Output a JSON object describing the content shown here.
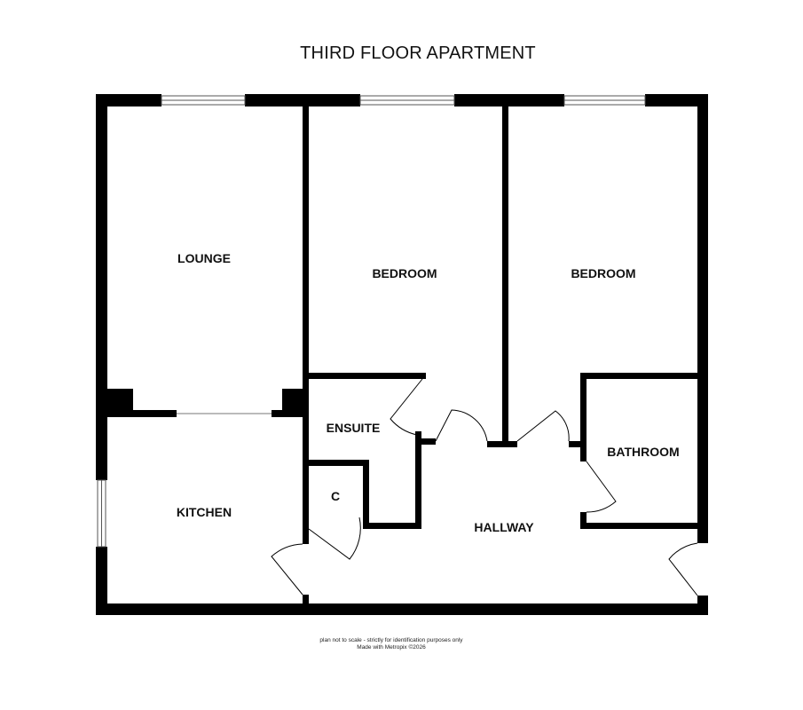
{
  "title": "THIRD FLOOR APARTMENT",
  "rooms": {
    "lounge": "LOUNGE",
    "bedroom_1": "BEDROOM",
    "bedroom_2": "BEDROOM",
    "ensuite": "ENSUITE",
    "cupboard": "C",
    "kitchen": "KITCHEN",
    "hallway": "HALLWAY",
    "bathroom": "BATHROOM"
  },
  "footer": {
    "disclaimer": "plan not to scale - strictly for identification purposes only",
    "credit": "Made with Metropix ©2026"
  },
  "colors": {
    "wall": "#000000",
    "background": "#ffffff",
    "window": "#555555"
  }
}
